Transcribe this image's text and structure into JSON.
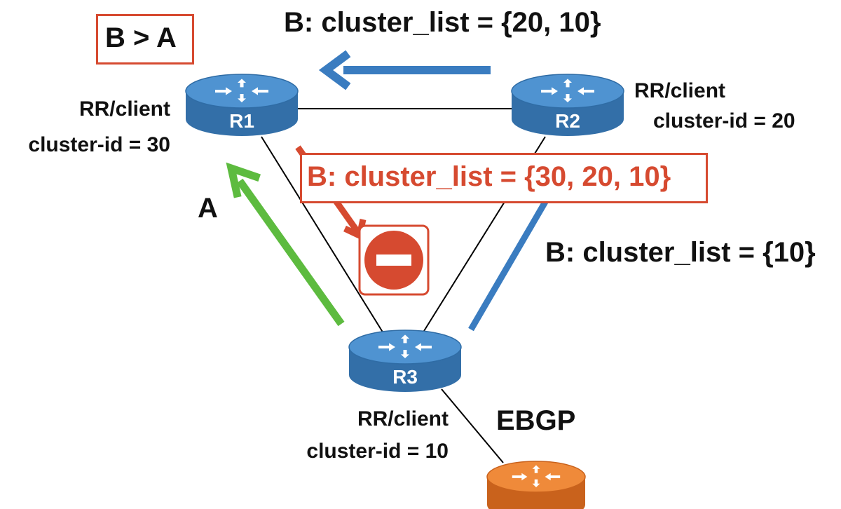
{
  "colors": {
    "blue_router": "#3d83c3",
    "orange_router": "#e8792a",
    "green_arrow": "#5dbb3f",
    "blue_arrow": "#3a7cc0",
    "red": "#d64a30",
    "link": "#000000"
  },
  "routers": [
    {
      "id": "R1",
      "label": "R1",
      "role": "RR/client",
      "cluster": "cluster-id = 30",
      "icon": "router-icon"
    },
    {
      "id": "R2",
      "label": "R2",
      "role": "RR/client",
      "cluster": "cluster-id = 20",
      "icon": "router-icon"
    },
    {
      "id": "R3",
      "label": "R3",
      "role": "RR/client",
      "cluster": "cluster-id = 10",
      "icon": "router-icon"
    },
    {
      "id": "ebgp-peer",
      "label": "",
      "icon": "router-icon"
    }
  ],
  "links": [
    {
      "from": "R1",
      "to": "R2"
    },
    {
      "from": "R1",
      "to": "R3"
    },
    {
      "from": "R2",
      "to": "R3"
    },
    {
      "from": "R3",
      "to": "ebgp-peer",
      "label": "EBGP"
    }
  ],
  "annotations": {
    "preference": "B > A",
    "top_cluster_list": "B: cluster_list = {20, 10}",
    "mid_cluster_list": "B: cluster_list = {30, 20, 10}",
    "right_cluster_list": "B: cluster_list = {10}",
    "route_a": "A",
    "ebgp": "EBGP"
  },
  "icons": [
    "router-icon",
    "no-entry-icon",
    "arrow-icon"
  ]
}
